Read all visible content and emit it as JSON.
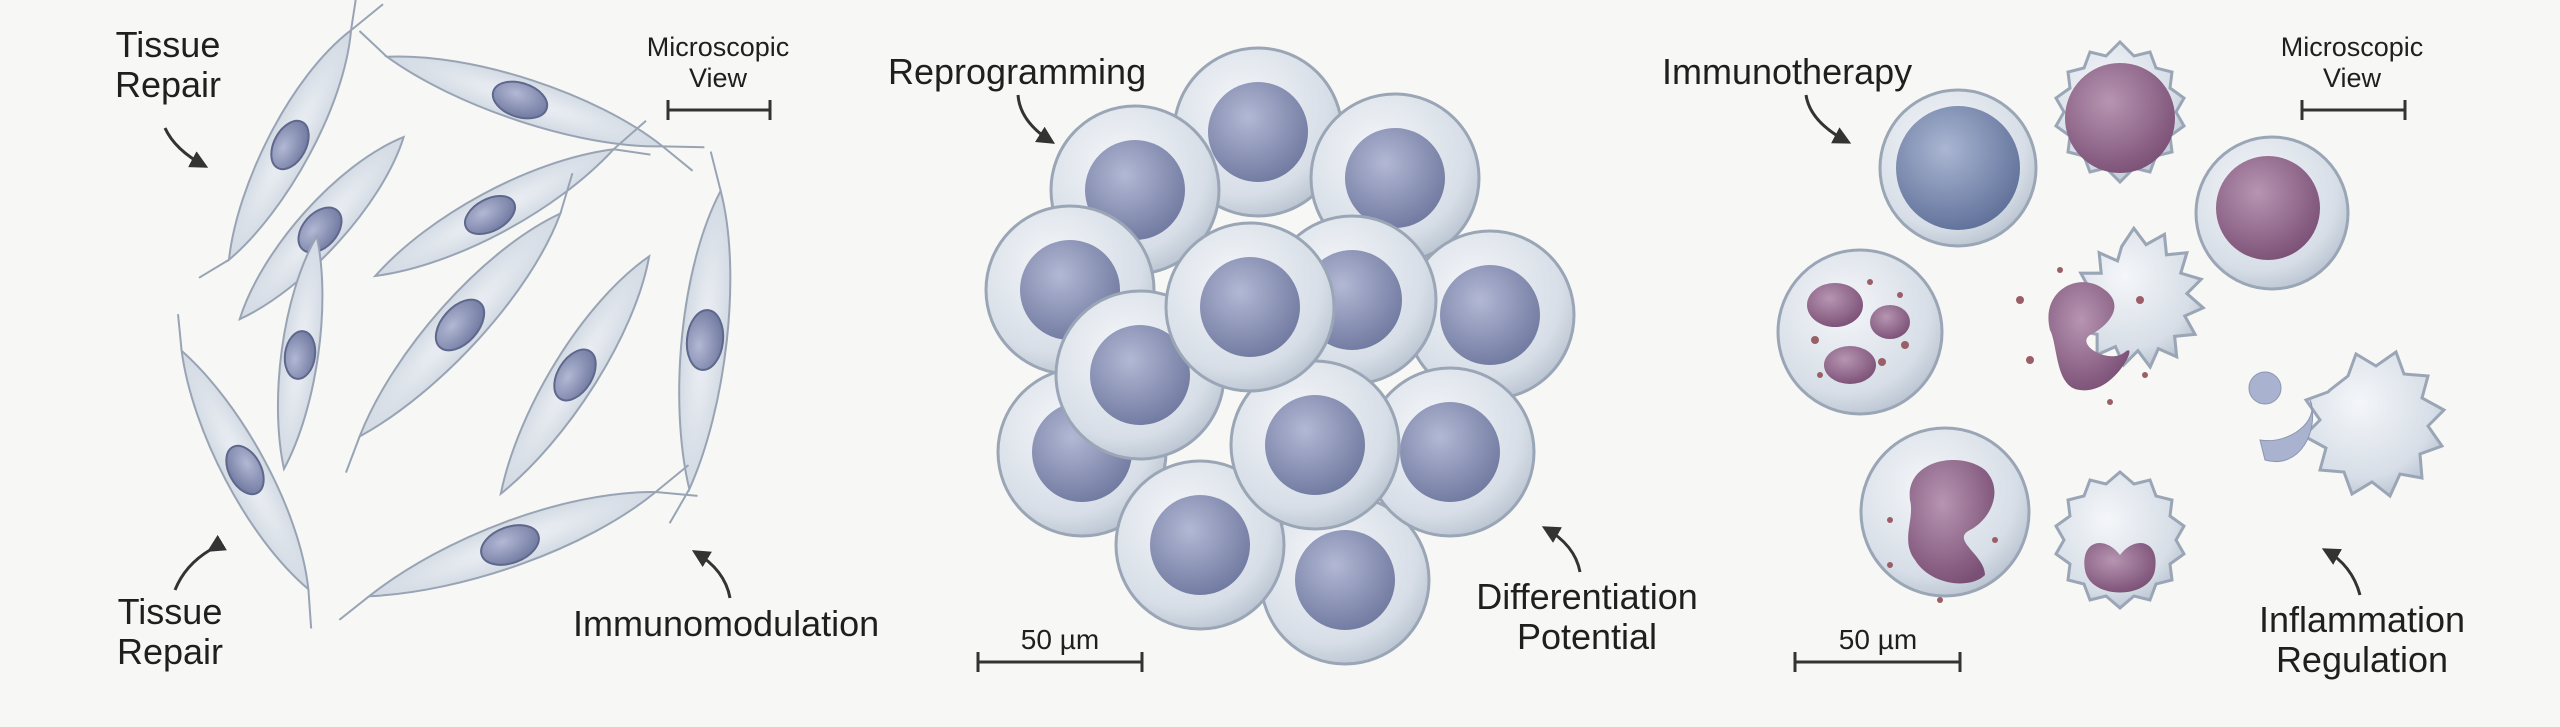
{
  "panels": [
    {
      "cell_type": "spindle-shaped cells",
      "labels": {
        "top_left": [
          "Tissue",
          "Repair"
        ],
        "bottom_left": [
          "Tissue",
          "Repair"
        ],
        "bottom_right": "Immunomodulation",
        "view_caption": [
          "Microscopic",
          "View"
        ]
      }
    },
    {
      "cell_type": "clustered round cells",
      "labels": {
        "top_left": "Reprogramming",
        "bottom_right": [
          "Differentiation",
          "Potential"
        ],
        "scale_bar": "50 µm"
      }
    },
    {
      "cell_type": "blood cells",
      "labels": {
        "top_left": "Immunotherapy",
        "bottom_right": [
          "Inflammation",
          "Regulation"
        ],
        "view_caption": [
          "Microscopic",
          "View"
        ],
        "scale_bar": "50 µm"
      }
    }
  ],
  "colors": {
    "line": "#333333",
    "cell_fill": "#dde3ea",
    "cell_edge": "#a8b3c2",
    "nucleus_blue": "#7e86ad",
    "nucleus_purple": "#8a5d84",
    "granule": "#9a5f66"
  }
}
